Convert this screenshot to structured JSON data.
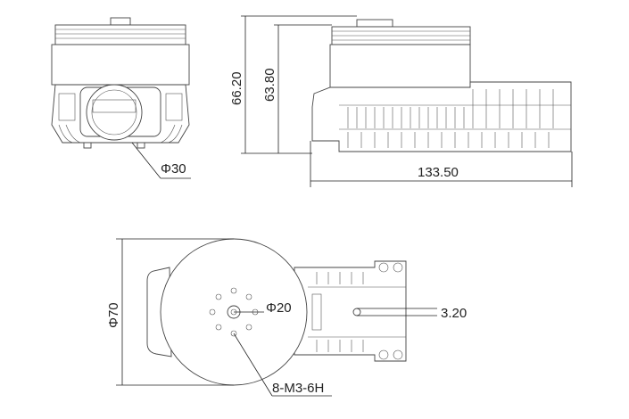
{
  "title": "Motor module dimension drawing",
  "dimensions": {
    "front_bore_diameter": "Φ30",
    "overall_height": "66.20",
    "body_height": "63.80",
    "overall_length": "133.50",
    "motor_diameter": "Φ70",
    "bolt_circle_diameter": "Φ20",
    "hole_diameter": "3.20",
    "thread_spec": "8-M3-6H"
  }
}
